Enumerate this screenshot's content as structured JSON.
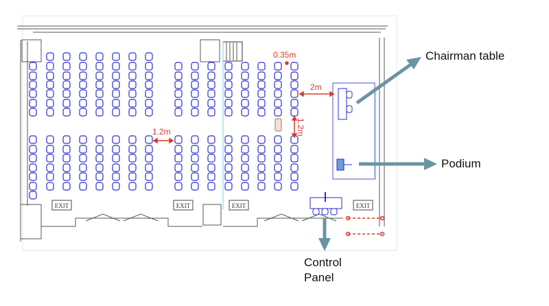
{
  "plan": {
    "exit_label": "EXIT",
    "dimensions": {
      "front_gap": "0.35m",
      "stage_gap": "2m",
      "aisle_width": "1.2m",
      "cross_aisle": "1.2m"
    }
  },
  "callouts": {
    "chairman_table": "Chairman table",
    "podium": "Podium",
    "control_panel_line1": "Control",
    "control_panel_line2": "Panel"
  },
  "colors": {
    "chairs": "#2b2bd0",
    "dimensions": "#d83a2a",
    "arrows": "#6b94a3",
    "walls": "#555555"
  }
}
